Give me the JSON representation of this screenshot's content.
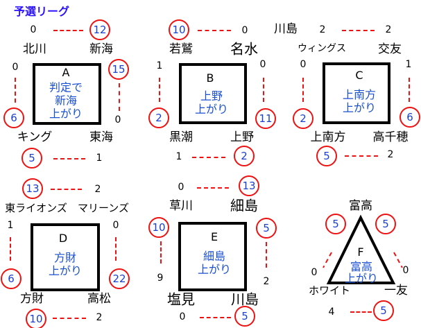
{
  "title": "予選リーグ",
  "extra_team": "川島",
  "groups": {
    "A": {
      "label": "A",
      "result": [
        "判定で",
        "新海",
        "上がり"
      ],
      "teams": [
        "北川",
        "新海",
        "キング",
        "東海"
      ],
      "top": [
        "0",
        "12"
      ],
      "left": [
        "0",
        "6"
      ],
      "right": [
        "15",
        "0"
      ],
      "bottom": [
        "5",
        "1"
      ]
    },
    "B": {
      "label": "B",
      "result": [
        "上野",
        "上がり"
      ],
      "teams": [
        "若鷲",
        "名水",
        "黒潮",
        "上野"
      ],
      "top": [
        "10",
        "0"
      ],
      "left": [
        "1",
        "2"
      ],
      "right": [
        "0",
        "11"
      ],
      "bottom": [
        "1",
        "2"
      ]
    },
    "C": {
      "label": "C",
      "result": [
        "上南方",
        "上がり"
      ],
      "teams": [
        "ウィングス",
        "交友",
        "上南方",
        "高千穂"
      ],
      "top": [
        "2",
        "2"
      ],
      "left": [
        "0",
        "2"
      ],
      "right": [
        "1",
        "6"
      ],
      "bottom": [
        "5",
        "2"
      ]
    },
    "D": {
      "label": "D",
      "result": [
        "方財",
        "上がり"
      ],
      "teams": [
        "東ライオンズ",
        "マリーンズ",
        "方財",
        "高松"
      ],
      "top": [
        "13",
        "2"
      ],
      "left": [
        "1",
        "6"
      ],
      "right": [
        "0",
        "22"
      ],
      "bottom": [
        "10",
        "2"
      ]
    },
    "E": {
      "label": "E",
      "result": [
        "細島",
        "上がり"
      ],
      "teams": [
        "草川",
        "細島",
        "塩見",
        "川島"
      ],
      "top": [
        "0",
        "13"
      ],
      "left": [
        "10",
        "9"
      ],
      "right": [
        "5",
        "2"
      ],
      "bottom": [
        "0",
        "5"
      ]
    },
    "F": {
      "label": "F",
      "result": [
        "富高",
        "上がり"
      ],
      "teams": [
        "富高",
        "ホワイト",
        "一友"
      ],
      "left": [
        "5",
        "0"
      ],
      "right": [
        "5",
        "0"
      ],
      "bottom": [
        "4",
        "5"
      ]
    }
  }
}
